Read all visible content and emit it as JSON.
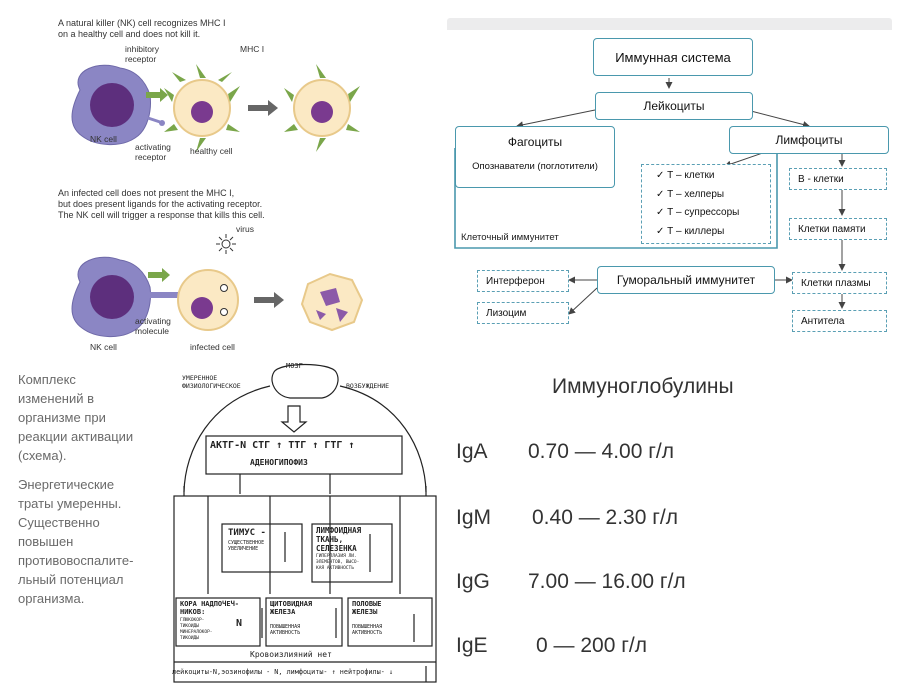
{
  "nk_panel": {
    "caption_top": [
      "A natural killer (NK) cell recognizes MHC I",
      "on a healthy cell and does not kill it."
    ],
    "label_inhibitory": [
      "inhibitory",
      "receptor"
    ],
    "label_mhc": "MHC I",
    "label_activating_receptor": [
      "activating",
      "receptor"
    ],
    "label_nk_top": "NK cell",
    "label_healthy": "healthy cell",
    "caption_bottom": [
      "An infected cell does not present the MHC I,",
      "but does present ligands for the activating receptor.",
      "The NK cell will trigger a response that kills this cell."
    ],
    "label_virus": "virus",
    "label_activating_molecule": [
      "activating",
      "molecule"
    ],
    "label_nk_bottom": "NK cell",
    "label_infected": "infected cell"
  },
  "immune_scheme": {
    "title": "Иммунная система",
    "leukocytes": "Лейкоциты",
    "phagocytes": "Фагоциты",
    "phagocytes_sub": "Опознаватели (поглотители)",
    "lymphocytes": "Лимфоциты",
    "t_cells": [
      "Т – клетки",
      "Т – хелперы",
      "Т – супрессоры",
      "Т – киллеры"
    ],
    "cell_immunity": "Клеточный иммунитет",
    "b_cells": "В - клетки",
    "memory_cells": "Клетки памяти",
    "humoral": "Гуморальный иммунитет",
    "interferon": "Интерферон",
    "lysozyme": "Лизоцим",
    "plasma_cells": "Клетки плазмы",
    "antibodies": "Антитела"
  },
  "left_text": {
    "para1": [
      "Комплекс",
      "изменений в",
      "организме при",
      "реакции активации",
      "(схема)."
    ],
    "para2": [
      "Энергетические",
      "траты умеренны.",
      "Существенно",
      "повышен",
      "противовоспалите-",
      "льный потенциал",
      "организма."
    ]
  },
  "activation_scheme": {
    "brain": "МОЗГ",
    "moderate": [
      "УМЕРЕННОЕ",
      "ФИЗИОЛОГИЧЕСКОЕ"
    ],
    "excitation": "ВОЗБУЖДЕНИЕ",
    "hormones": "АКТГ-N СТГ ↑ ТТГ ↑ ГТГ ↑",
    "adenohypophysis": "АДЕНОГИПОФИЗ",
    "thymus": "ТИМУС -",
    "thymus_sub": [
      "СУЩЕСТВЕННОЕ",
      "УВЕЛИЧЕНИЕ"
    ],
    "lymphoid": [
      "ЛИМФОИДНАЯ",
      "ТКАНЬ,",
      "СЕЛЕЗЕНКА"
    ],
    "lymphoid_sub": [
      "ГИПЕРПЛАЗИЯ ЛИ.",
      "ЭЛЕМЕНТОВ, ВЫСО-",
      "КАЯ АКТИВНОСТЬ"
    ],
    "adrenal": [
      "КОРА НАДПОЧЕЧ-",
      "НИКОВ:"
    ],
    "adrenal_sub": [
      "ГЛЮКОКОР-",
      "ТИКОИДЫ",
      "МИНЕРАЛОКОР-",
      "ТИКОИДЫ"
    ],
    "adrenal_n": "N",
    "thyroid": [
      "ЩИТОВИДНАЯ",
      "ЖЕЛЕЗА"
    ],
    "thyroid_sub": [
      "ПОВЫШЕННАЯ",
      "АКТИВНОСТЬ"
    ],
    "gonads": [
      "ПОЛОВЫЕ",
      "ЖЕЛЕЗЫ"
    ],
    "gonads_sub": [
      "ПОВЫШЕННАЯ",
      "АКТИВНОСТЬ"
    ],
    "hemorrhage": "Кровоизлияний нет",
    "blood": "лейкоциты-N,эозинофилы - N, лимфоциты- ↑ нейтрофилы- ↓"
  },
  "immunoglobulins": {
    "title": "Иммуноглобулины",
    "rows": [
      {
        "name": "IgA",
        "range": "0.70 — 4.00 г/л"
      },
      {
        "name": "IgM",
        "range": "0.40 — 2.30 г/л"
      },
      {
        "name": "IgG",
        "range": "7.00 — 16.00 г/л"
      },
      {
        "name": "IgE",
        "range": "0 — 200 г/л"
      }
    ]
  },
  "colors": {
    "scheme_border": "#4a98ad",
    "nk_cell": "#8b86c4",
    "healthy_cell": "#fbe9c4",
    "nucleus": "#7a3a8f",
    "mhc_green": "#7aa64a"
  }
}
